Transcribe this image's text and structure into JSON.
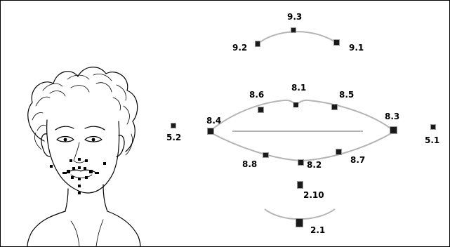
{
  "points": {
    "p_9_3": "9.3",
    "p_9_2": "9.2",
    "p_9_1": "9.1",
    "p_8_1": "8.1",
    "p_8_6": "8.6",
    "p_8_5": "8.5",
    "p_8_4": "8.4",
    "p_8_3": "8.3",
    "p_5_2": "5.2",
    "p_5_1": "5.1",
    "p_8_8": "8.8",
    "p_8_2": "8.2",
    "p_8_7": "8.7",
    "p_2_10": "2.10",
    "p_2_1": "2.1"
  },
  "colors": {
    "curve": "#b4b4b4",
    "marker": "#1a1a1a",
    "label": "#000000",
    "border": "#000000"
  },
  "icons": {
    "face": "face-sketch-icon"
  }
}
